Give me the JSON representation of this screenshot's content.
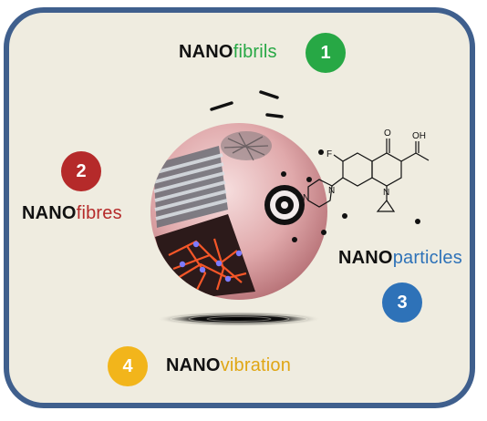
{
  "items": [
    {
      "number": "1",
      "prefix": "NANO",
      "suffix": "fibrils",
      "color": "#27a845"
    },
    {
      "number": "2",
      "prefix": "NANO",
      "suffix": "fibres",
      "color": "#b52a2a"
    },
    {
      "number": "3",
      "prefix": "NANO",
      "suffix": "particles",
      "color": "#2e72b8"
    },
    {
      "number": "4",
      "prefix": "NANO",
      "suffix": "vibration",
      "color": "#f2b51b"
    }
  ],
  "molecule": {
    "atom_f": "F",
    "atom_o": "O",
    "atom_oh": "OH",
    "atom_n1": "N",
    "atom_n2": "N",
    "atom_n3": "N"
  }
}
